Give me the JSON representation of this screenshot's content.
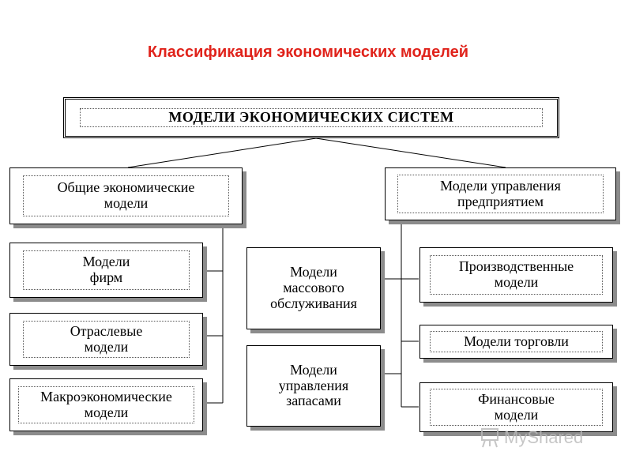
{
  "title": "Классификация экономических моделей",
  "root": "МОДЕЛИ ЭКОНОМИЧЕСКИХ СИСТЕМ",
  "left_group": {
    "header": "Общие экономические\nмодели",
    "items": [
      "Модели\nфирм",
      "Отраслевые\nмодели",
      "Макроэкономические\nмодели"
    ]
  },
  "right_group": {
    "header": "Модели управления\nпредприятием",
    "middle_items": [
      "Модели\nмассового\nобслуживания",
      "Модели\nуправления\nзапасами"
    ],
    "items": [
      "Производственные\nмодели",
      "Модели торговли",
      "Финансовые\nмодели"
    ]
  },
  "watermark": {
    "text": "MyShared",
    "icon": "presentation-board-icon"
  }
}
